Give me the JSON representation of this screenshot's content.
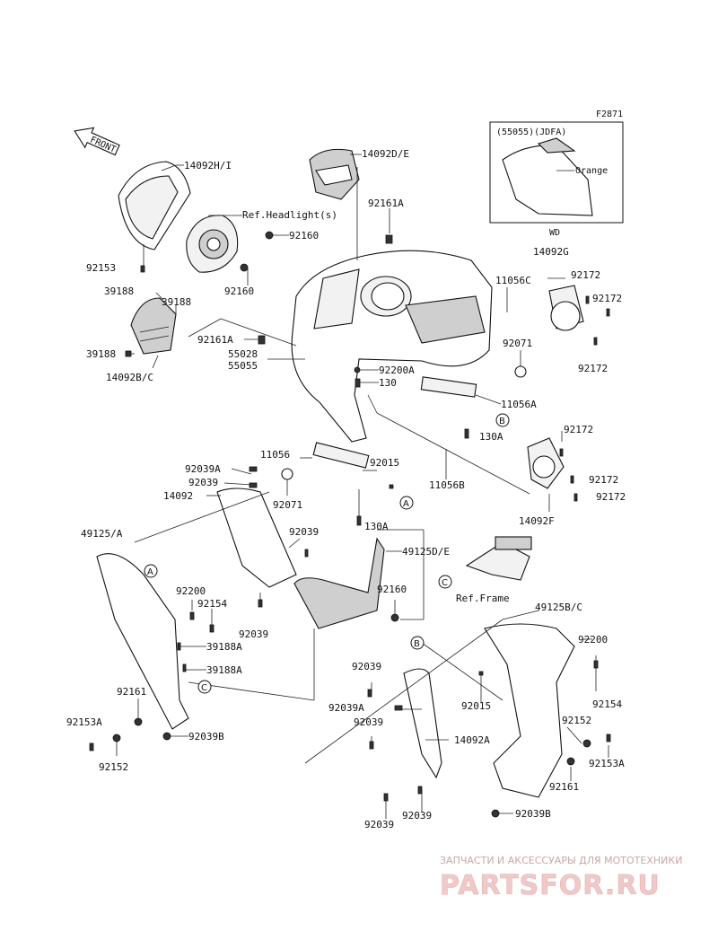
{
  "figure_code": "F2871",
  "front_label": "FRONT",
  "inset": {
    "title": "(55055)(JDFA)",
    "color_label": "Orange",
    "caption": "WD"
  },
  "parts": {
    "p14092HI": "14092H/I",
    "p14092DE": "14092D/E",
    "refHeadlight": "Ref.Headlight(s)",
    "p92161A_top": "92161A",
    "p92160_a": "92160",
    "p92153": "92153",
    "p92160_b": "92160",
    "p39188_a": "39188",
    "p39188_b": "39188",
    "p39188_c": "39188",
    "p92161A_mid": "92161A",
    "p14092BC": "14092B/C",
    "p55028": "55028",
    "p55055": "55055",
    "p92200A": "92200A",
    "p130": "130",
    "p14092G": "14092G",
    "p11056C": "11056C",
    "p92172_a": "92172",
    "p92172_b": "92172",
    "p92172_c": "92172",
    "p92071_a": "92071",
    "p11056A": "11056A",
    "p130A_a": "130A",
    "p92172_d": "92172",
    "p92172_e": "92172",
    "p92172_f": "92172",
    "p14092F": "14092F",
    "p11056B": "11056B",
    "p11056": "11056",
    "p92015_a": "92015",
    "p92039A_a": "92039A",
    "p92039_a": "92039",
    "p14092": "14092",
    "p92071_b": "92071",
    "p130A_b": "130A",
    "p49125A": "49125/A",
    "p92039_b": "92039",
    "p49125DE": "49125D/E",
    "p92200": "92200",
    "p92154_a": "92154",
    "p92039_c": "92039",
    "p92160_c": "92160",
    "refFrame": "Ref.Frame",
    "p49125BC": "49125B/C",
    "p39188A_a": "39188A",
    "p39188A_b": "39188A",
    "p92200_b": "92200",
    "p92039_d": "92039",
    "p92015_b": "92015",
    "p92154_b": "92154",
    "p92161_a": "92161",
    "p92039A_b": "92039A",
    "p92039_e": "92039",
    "p14092A": "14092A",
    "p92152_a": "92152",
    "p92153A_a": "92153A",
    "p92039B_a": "92039B",
    "p92153A_b": "92153A",
    "p92152_b": "92152",
    "p92161_b": "92161",
    "p92039_f": "92039",
    "p92039_g": "92039",
    "p92039B_b": "92039B"
  },
  "callouts": {
    "A": "A",
    "B": "B",
    "C": "C"
  },
  "watermark": {
    "tagline": "ЗАПЧАСТИ И АКСЕССУАРЫ ДЛЯ МОТОТЕХНИКИ",
    "brand": "PARTSFOR.RU"
  },
  "icons": {
    "front_arrow": "front-arrow-icon",
    "fastener": "bolt-icon"
  }
}
